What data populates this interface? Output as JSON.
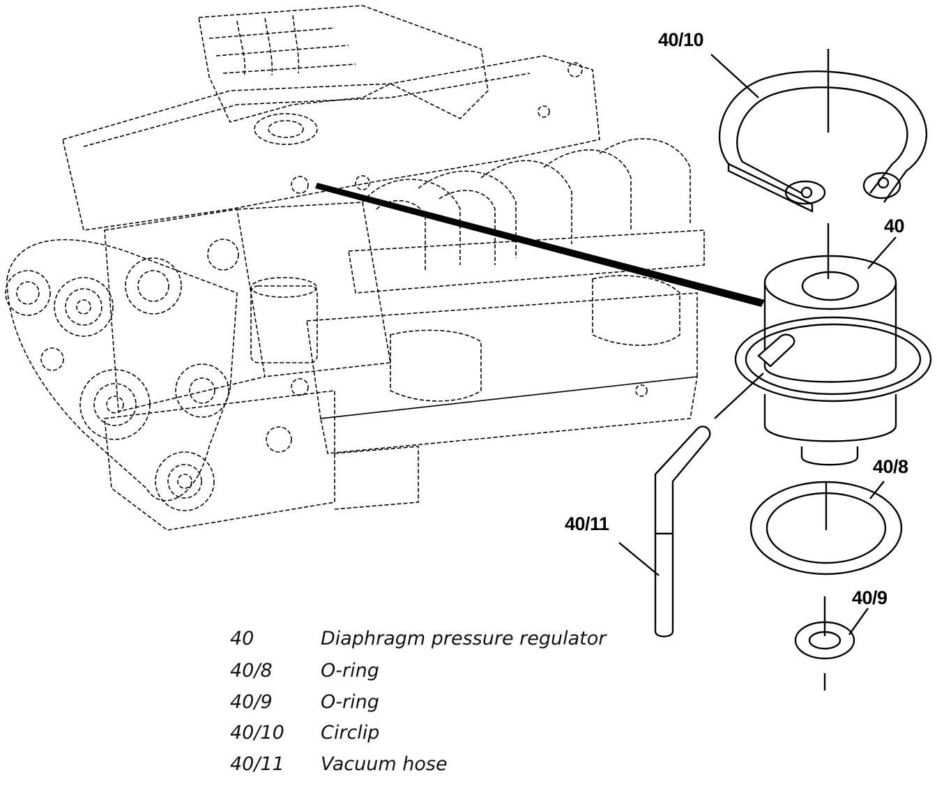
{
  "callouts": {
    "c40_10": "40/10",
    "c40": "40",
    "c40_8": "40/8",
    "c40_9": "40/9",
    "c40_11": "40/11"
  },
  "legend": [
    {
      "number": "40",
      "description": "Diaphragm pressure regulator"
    },
    {
      "number": "40/8",
      "description": "O-ring"
    },
    {
      "number": "40/9",
      "description": "O-ring"
    },
    {
      "number": "40/10",
      "description": "Circlip"
    },
    {
      "number": "40/11",
      "description": "Vacuum hose"
    }
  ]
}
